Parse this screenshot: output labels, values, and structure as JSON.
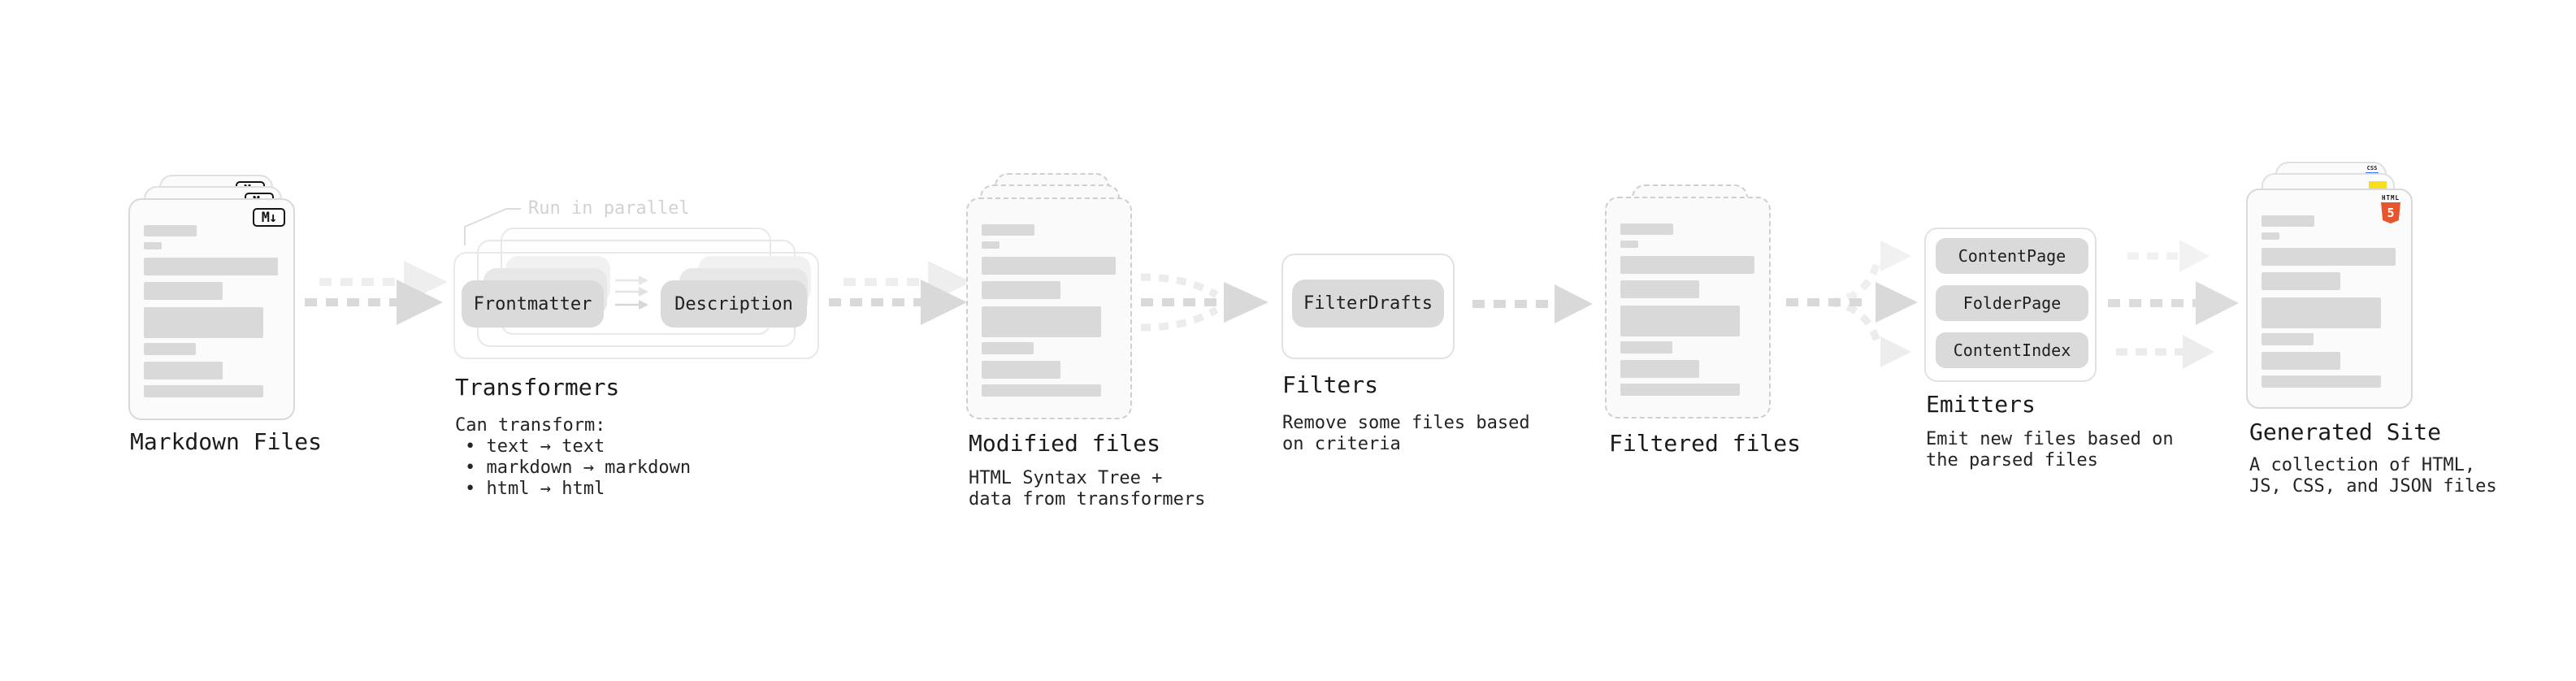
{
  "stages": {
    "markdown_files": {
      "title": "Markdown Files",
      "badge": "M↓"
    },
    "transformers": {
      "note": "Run in parallel",
      "pill_left": "Frontmatter",
      "pill_right": "Description",
      "title": "Transformers",
      "desc_heading": "Can transform:",
      "bullets": [
        "• text → text",
        "• markdown → markdown",
        "• html → html"
      ]
    },
    "modified_files": {
      "title": "Modified files",
      "desc_line1": "HTML Syntax Tree +",
      "desc_line2": "data from transformers"
    },
    "filters": {
      "pill": "FilterDrafts",
      "title": "Filters",
      "desc_line1": "Remove some files based",
      "desc_line2": "on criteria"
    },
    "filtered_files": {
      "title": "Filtered files"
    },
    "emitters": {
      "pills": [
        "ContentPage",
        "FolderPage",
        "ContentIndex"
      ],
      "title": "Emitters",
      "desc_line1": "Emit new files based on",
      "desc_line2": "the parsed files"
    },
    "generated_site": {
      "title": "Generated Site",
      "desc_line1": "A collection of HTML,",
      "desc_line2": "JS, CSS, and JSON files",
      "css_badge": "CSS",
      "html_badge_label": "HTML",
      "html_badge_number": "5"
    }
  },
  "colors": {
    "text": "#1c1c1c",
    "muted_note": "#d2d2d2",
    "arrow": "#d9d9d9",
    "arrow_ghost": "#eeeeee",
    "pill_gray": "#dadada",
    "html5_orange": "#e8542c",
    "js_yellow": "#f7df1e",
    "css_blue": "#2b6fee"
  }
}
